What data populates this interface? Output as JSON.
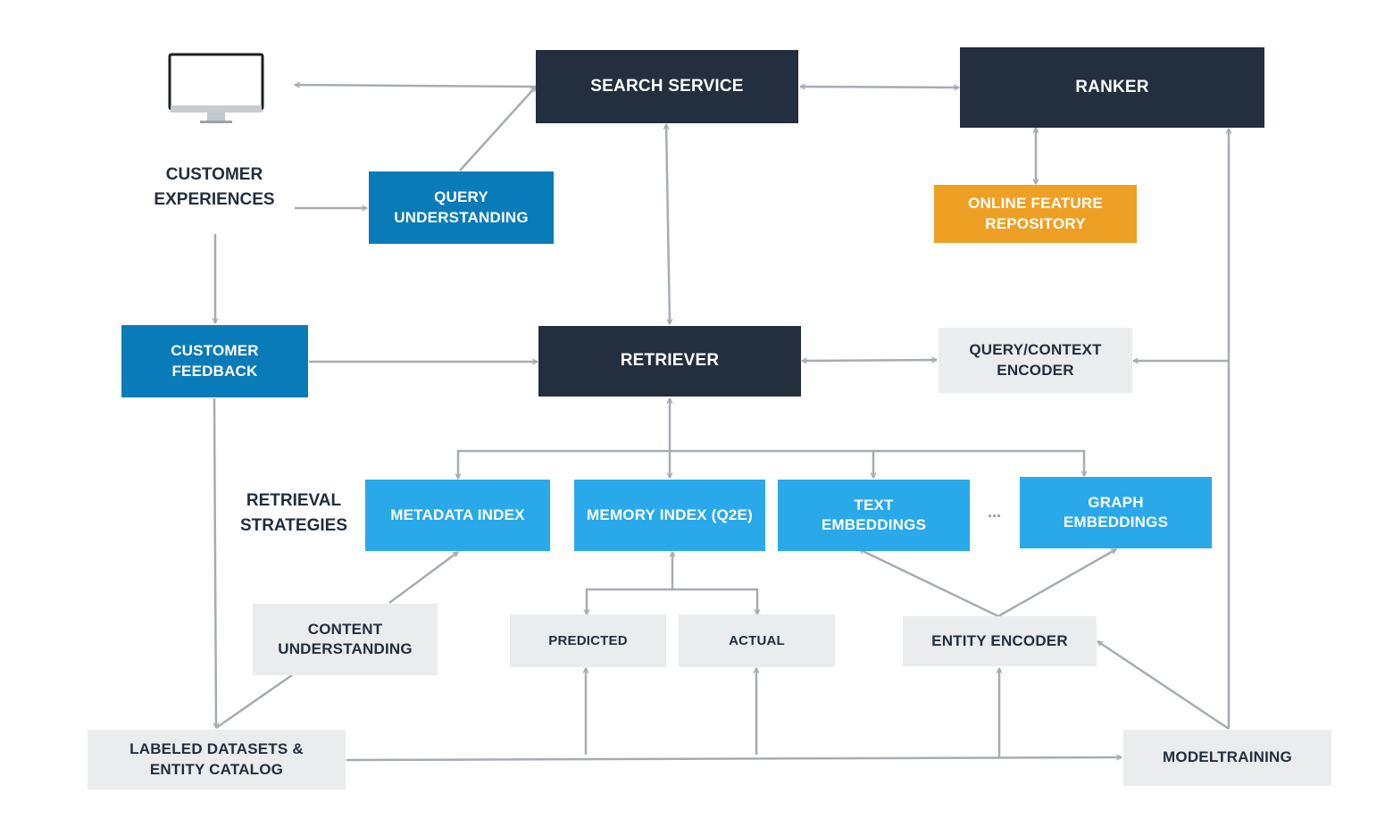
{
  "labels": {
    "customer_experiences": "CUSTOMER\nEXPERIENCES",
    "retrieval_strategies": "RETRIEVAL\nSTRATEGIES",
    "ellipsis": "..."
  },
  "nodes": {
    "search_service": "SEARCH SERVICE",
    "ranker": "RANKER",
    "query_understanding": "QUERY\nUNDERSTANDING",
    "online_feature_repository": "ONLINE FEATURE\nREPOSITORY",
    "customer_feedback": "CUSTOMER\nFEEDBACK",
    "retriever": "RETRIEVER",
    "query_context_encoder": "QUERY/CONTEXT\nENCODER",
    "metadata_index": "METADATA INDEX",
    "memory_index": "MEMORY INDEX (Q2E)",
    "text_embeddings": "TEXT\nEMBEDDINGS",
    "graph_embeddings": "GRAPH\nEMBEDDINGS",
    "content_understanding": "CONTENT\nUNDERSTANDING",
    "predicted": "PREDICTED",
    "actual": "ACTUAL",
    "entity_encoder": "ENTITY ENCODER",
    "labeled_datasets": "LABELED DATASETS &\nENTITY CATALOG",
    "model_training": "MODELTRAINING"
  },
  "colors": {
    "dark": "#232f3e",
    "blue": "#0a7bb9",
    "light_blue": "#29a9ea",
    "orange": "#eea025",
    "gray_box": "#eaecee",
    "text_dark": "#222e3c",
    "arrow": "#a7acb1"
  },
  "icons": {
    "monitor": "desktop-monitor-icon"
  }
}
